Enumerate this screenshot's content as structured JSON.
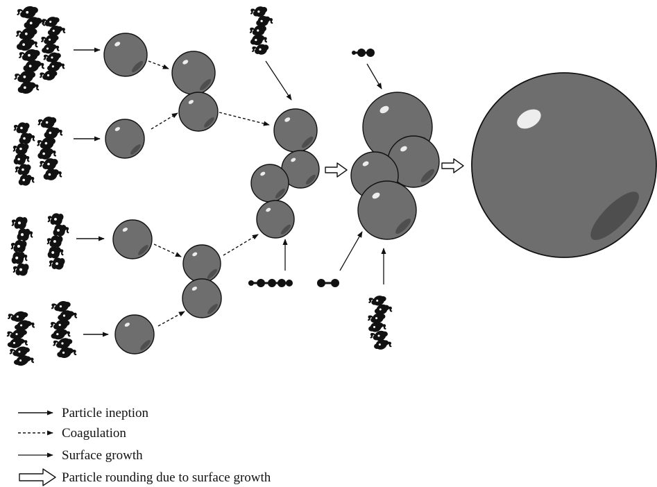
{
  "legend": {
    "inception": "Particle ineption",
    "coagulation": "Coagulation",
    "surface_growth": "Surface growth",
    "rounding": "Particle rounding due to surface growth"
  },
  "colors": {
    "particle_fill": "#6e6e6e",
    "particle_stroke": "#111111",
    "particle_shade": "#4a4a4a",
    "highlight": "#ededed",
    "molecule": "#111111",
    "arrow": "#111111"
  }
}
